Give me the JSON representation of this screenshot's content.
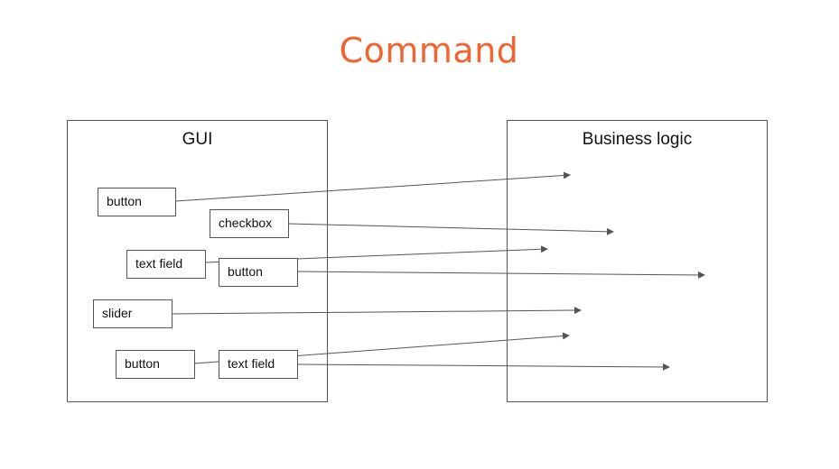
{
  "title": "Command",
  "gui": {
    "title": "GUI",
    "widgets": [
      {
        "label": "button"
      },
      {
        "label": "checkbox"
      },
      {
        "label": "text field"
      },
      {
        "label": "button"
      },
      {
        "label": "slider"
      },
      {
        "label": "button"
      },
      {
        "label": "text field"
      }
    ]
  },
  "business_logic": {
    "title": "Business logic"
  },
  "colors": {
    "title": "#f26430",
    "border": "#555555",
    "arrow": "#555555"
  }
}
